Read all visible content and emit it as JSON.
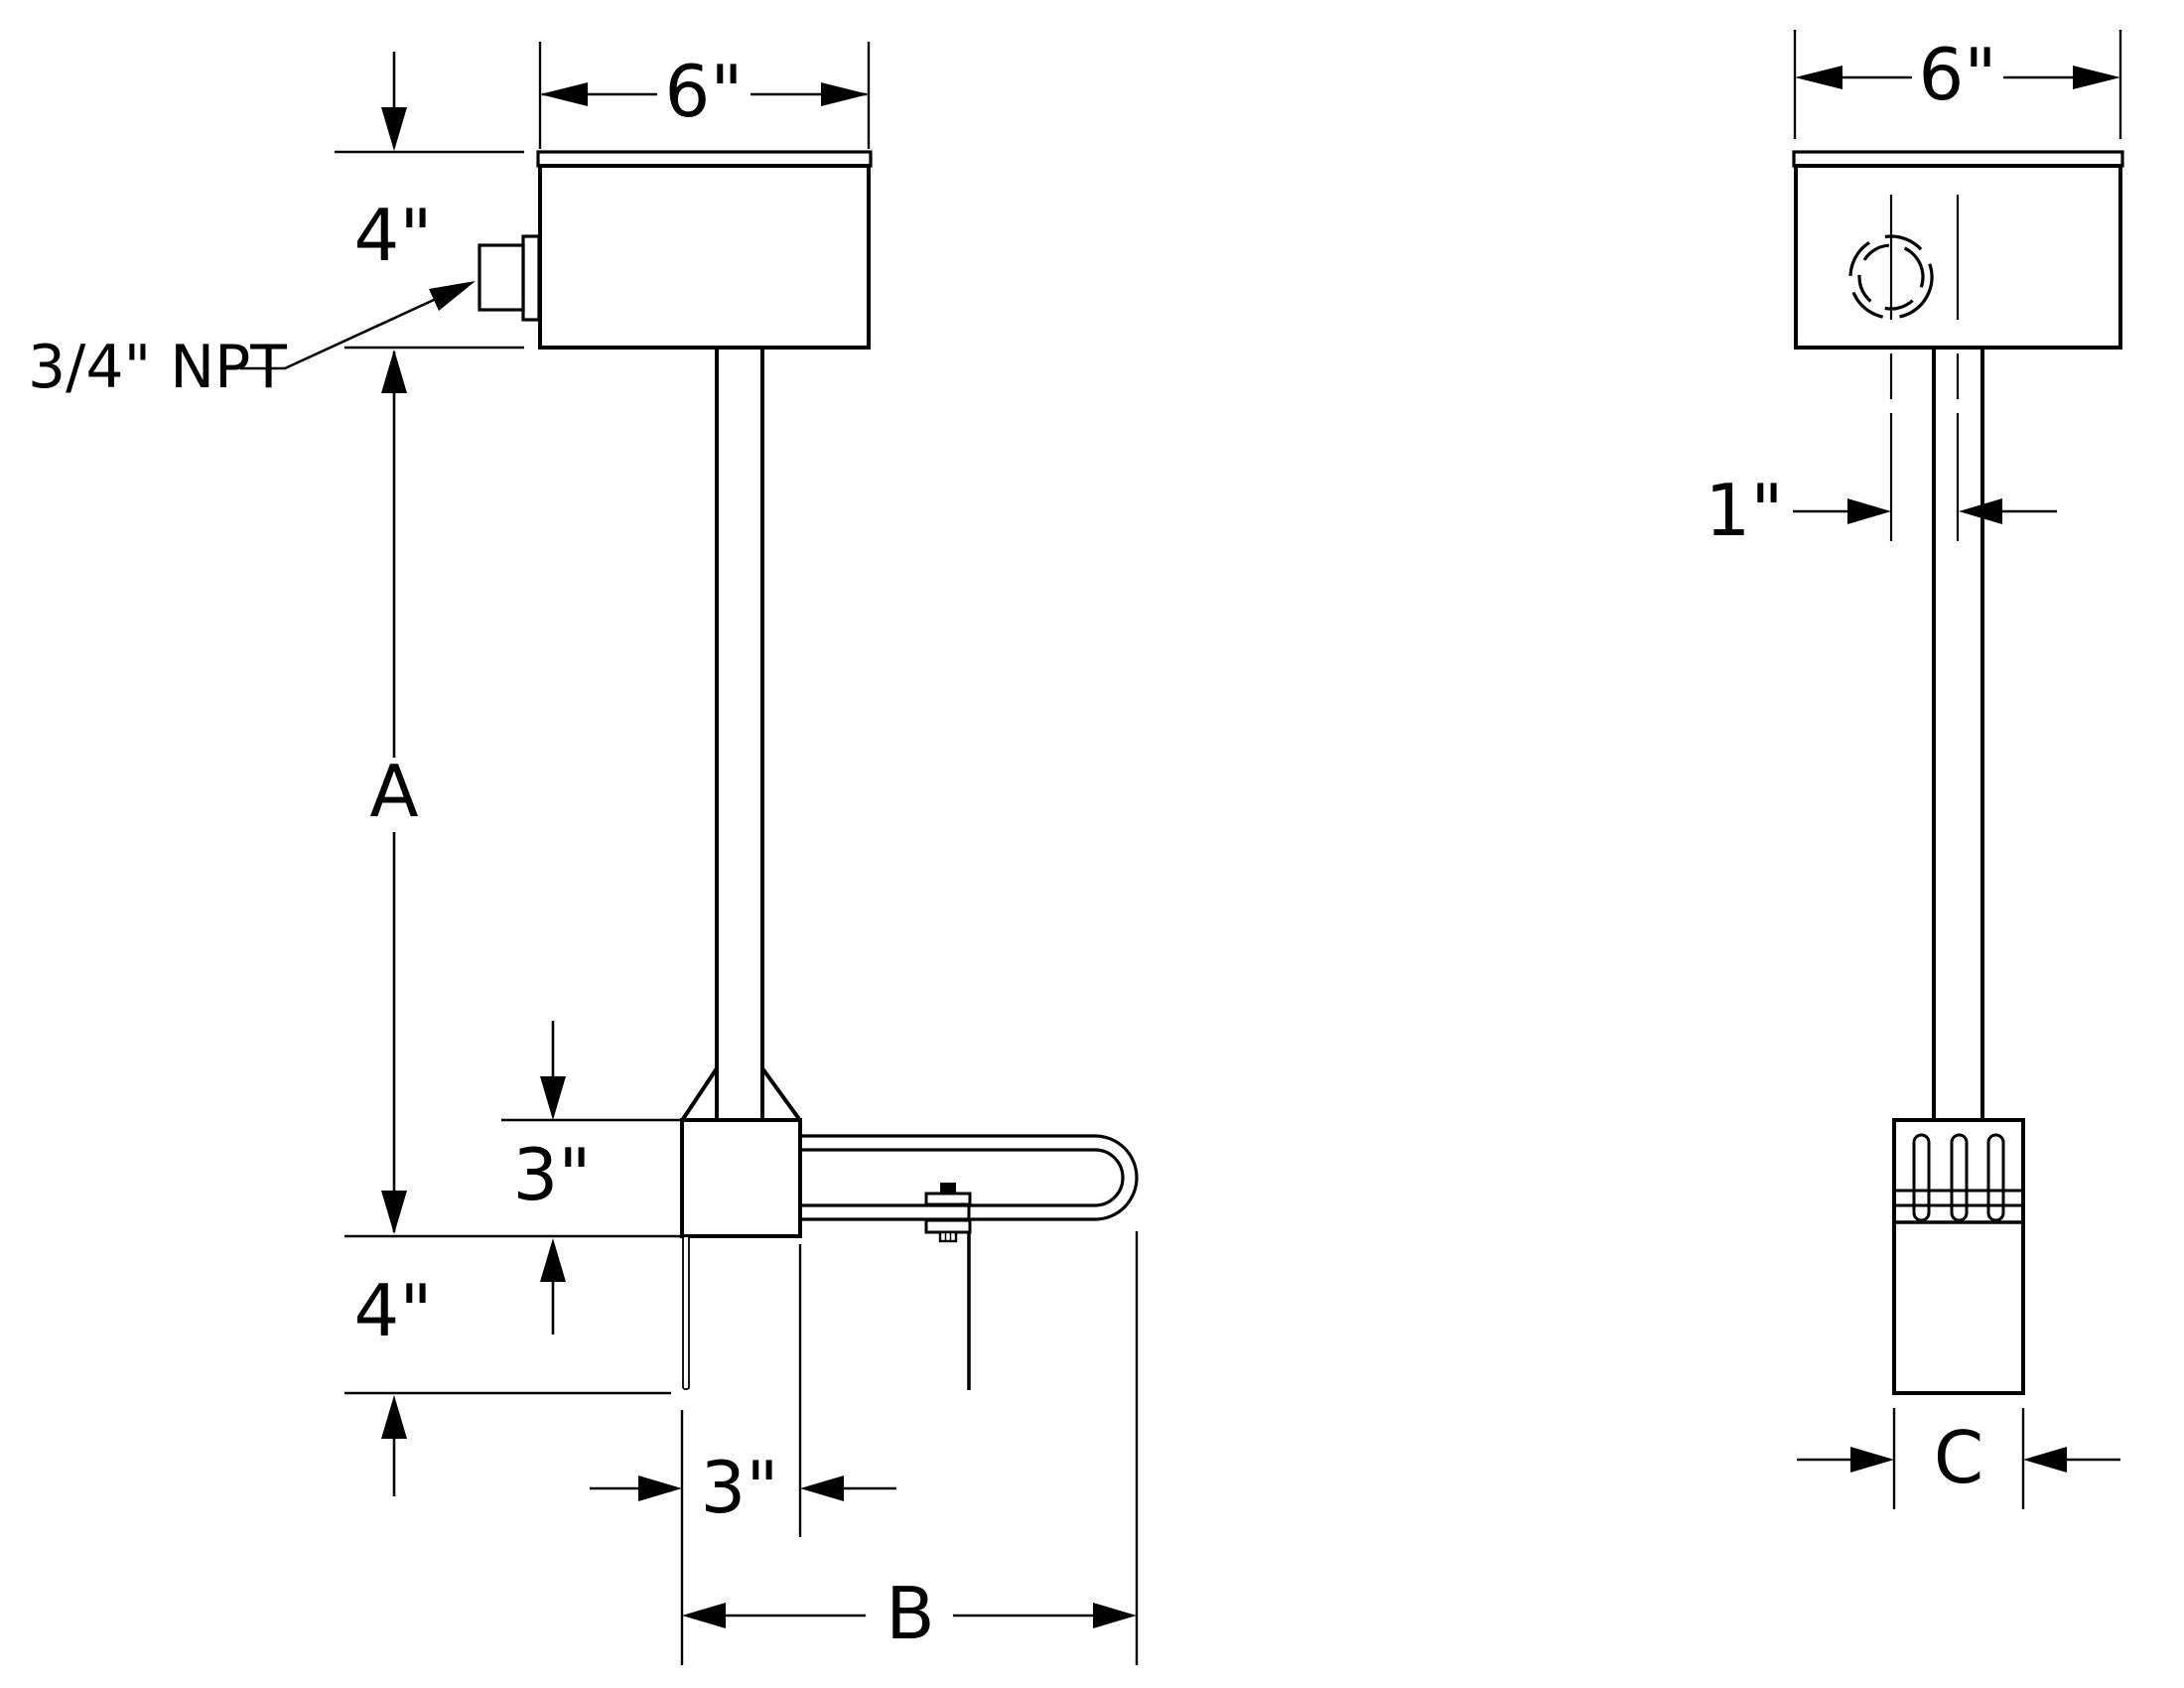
{
  "drawing": {
    "colors": {
      "line": "#000000",
      "background": "#ffffff"
    },
    "side_view": {
      "dim_box_width": "6\"",
      "dim_box_height": "4\"",
      "npt_label": "3/4\" NPT",
      "dim_immersion_length": "A",
      "dim_block_height": "3\"",
      "dim_below_block": "4\"",
      "dim_block_width": "3\"",
      "dim_element_length": "B"
    },
    "front_view": {
      "dim_box_width": "6\"",
      "dim_leg_spacing": "1\"",
      "dim_element_width": "C"
    }
  }
}
